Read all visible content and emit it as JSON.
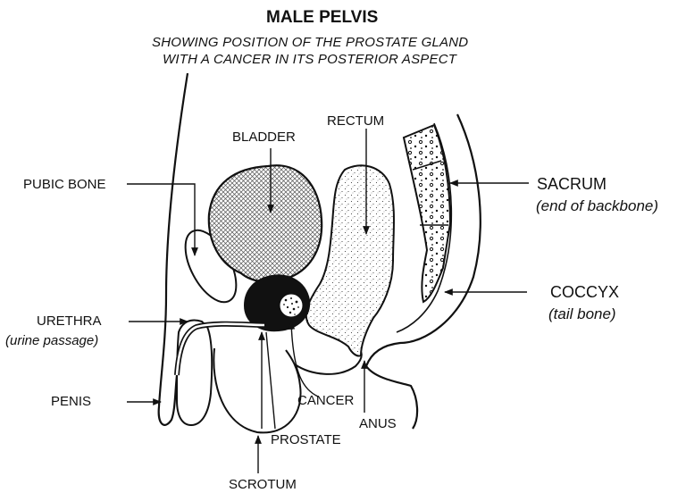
{
  "title": "MALE PELVIS",
  "subtitle_line1": "SHOWING POSITION OF THE PROSTATE GLAND",
  "subtitle_line2": "WITH A CANCER IN ITS POSTERIOR ASPECT",
  "labels": {
    "bladder": "BLADDER",
    "rectum": "RECTUM",
    "pubic_bone": "PUBIC BONE",
    "sacrum": "SACRUM",
    "sacrum_note": "(end of backbone)",
    "coccyx": "COCCYX",
    "coccyx_note": "(tail bone)",
    "urethra": "URETHRA",
    "urethra_note": "(urine passage)",
    "penis": "PENIS",
    "cancer": "CANCER",
    "anus": "ANUS",
    "prostate": "PROSTATE",
    "scrotum": "SCROTUM"
  },
  "colors": {
    "ink": "#111111",
    "background": "#ffffff"
  }
}
